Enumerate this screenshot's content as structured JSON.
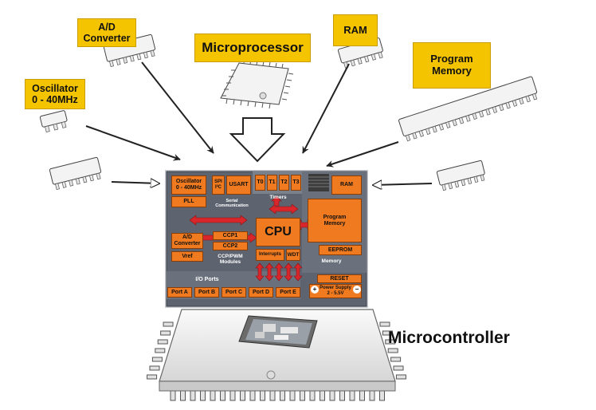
{
  "labels": {
    "ad_converter": "A/D\nConverter",
    "microprocessor": "Microprocessor",
    "ram": "RAM",
    "program_memory": "Program\nMemory",
    "oscillator": "Oscillator\n0 - 40MHz",
    "microcontroller": "Microcontroller"
  },
  "die": {
    "oscillator": "Oscillator\n0 - 40MHz",
    "pll": "PLL",
    "spi": "SPI\nI²C",
    "usart": "USART",
    "serial": "Serial\nCommunication",
    "timers": [
      "T0",
      "T1",
      "T2",
      "T3"
    ],
    "timers_label": "Timers",
    "ram": "RAM",
    "program_memory": "Program\nMemory",
    "eeprom": "EEPROM",
    "memory_label": "Memory",
    "cpu": "CPU",
    "interrupts": "Interrupts",
    "wdt": "WDT",
    "ad_converter": "A/D\nConverter",
    "vref": "Vref",
    "ccp1": "CCP1",
    "ccp2": "CCP2",
    "ccp_pwm": "CCP/PWM\nModules",
    "io_ports": "I/O Ports",
    "ports": [
      "Port A",
      "Port B",
      "Port C",
      "Port D",
      "Port E"
    ],
    "reset": "RESET",
    "power_supply": "Power Supply\n2 - 5.5V",
    "plus": "+",
    "minus": "−"
  },
  "colors": {
    "label_fill": "#f5c400",
    "block_fill": "#f07a1f",
    "die_fill": "#5d6470",
    "arrow_red": "#d9262b",
    "chip_body": "#efefef"
  }
}
